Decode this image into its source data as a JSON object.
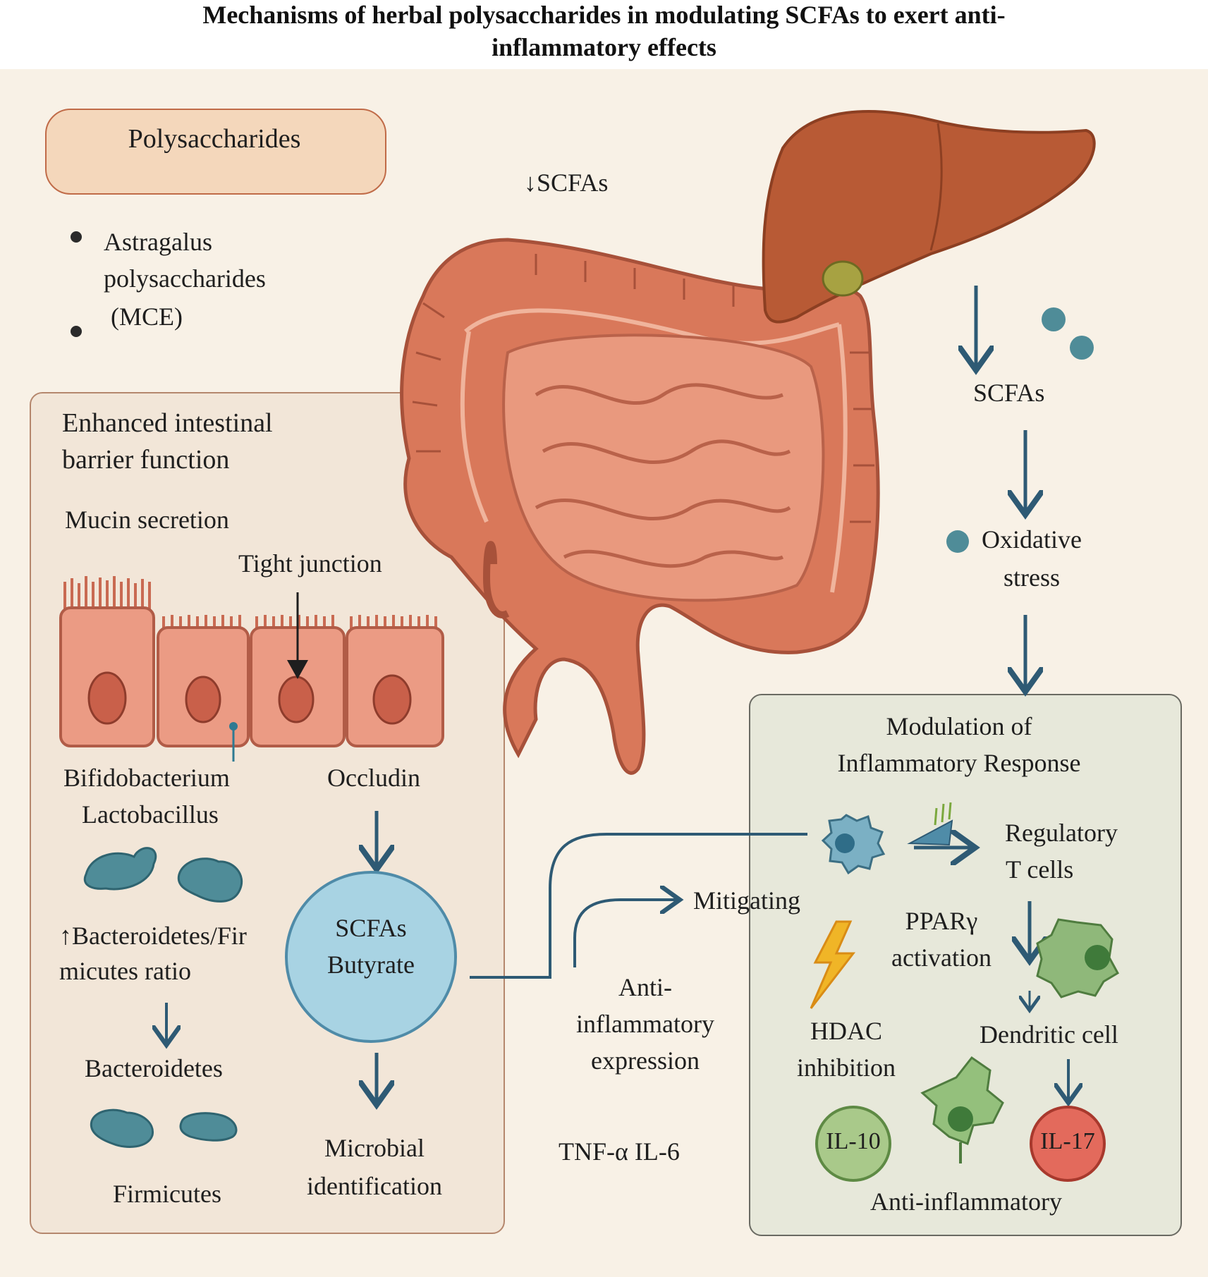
{
  "title": {
    "line1": "Mechanisms of herbal polysaccharides in modulating SCFAs to exert anti-",
    "line2": "inflammatory effects"
  },
  "header_box": {
    "label": "Polysaccharides"
  },
  "bullet_list": [
    "Astragalus",
    "polysaccharides",
    "(MCE)"
  ],
  "gut_labels": {
    "scfa_decrease": "↓SCFAs"
  },
  "right_flow": {
    "scfas": "SCFAs",
    "oxidative": "Oxidative",
    "stress": "stress"
  },
  "left_panel": {
    "heading_line1": "Enhanced intestinal",
    "heading_line2": "barrier function",
    "mucin": "Mucin secretion",
    "tight_junction": "Tight junction",
    "bifido": "Bifidobacterium",
    "lacto": "Lactobacillus",
    "occludin": "Occludin",
    "ratio_line1": "↑Bacteroidetes/Fir",
    "ratio_line2": "micutes ratio",
    "bacteroidetes": "Bacteroidetes",
    "firmicutes": "Firmicutes",
    "scfa_circle_line1": "SCFAs",
    "scfa_circle_line2": "Butyrate",
    "microbial_line1": "Microbial",
    "microbial_line2": "identification"
  },
  "middle": {
    "mitigating": "Mitigating",
    "anti_line1": "Anti-",
    "anti_line2": "inflammatory",
    "anti_line3": "expression",
    "cytokines": "TNF-α IL-6"
  },
  "right_panel": {
    "heading_line1": "Modulation of",
    "heading_line2": "Inflammatory Response",
    "treg_line1": "Regulatory",
    "treg_line2": "T cells",
    "ppar_line1": "PPARγ",
    "ppar_line2": "activation",
    "hdac_line1": "HDAC",
    "hdac_line2": "inhibition",
    "dendritic": "Dendritic cell",
    "il10": "IL-10",
    "il17": "IL-17",
    "anti_inflammatory": "Anti-inflammatory"
  },
  "colors": {
    "arrow": "#2e5a74",
    "gut": "#d9785a",
    "liver": "#b85a35",
    "bacteria": "#4f8c98",
    "scfa_circle": "#a8d3e3",
    "left_panel_bg": "#f2e6d8",
    "right_panel_bg": "#e7e8da",
    "il10": "#a9c98a",
    "il17": "#e36a5c"
  }
}
